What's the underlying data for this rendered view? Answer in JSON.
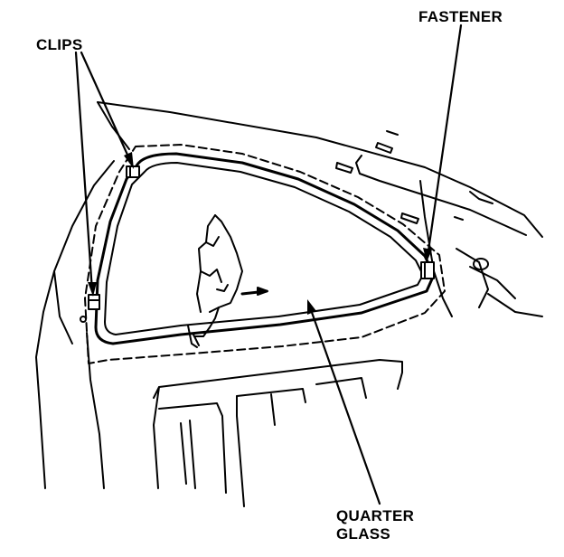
{
  "labels": {
    "clips": "CLIPS",
    "fastener": "FASTENER",
    "quarter_glass_line1": "QUARTER",
    "quarter_glass_line2": "GLASS"
  },
  "colors": {
    "ink": "#000000",
    "paper": "#ffffff"
  }
}
